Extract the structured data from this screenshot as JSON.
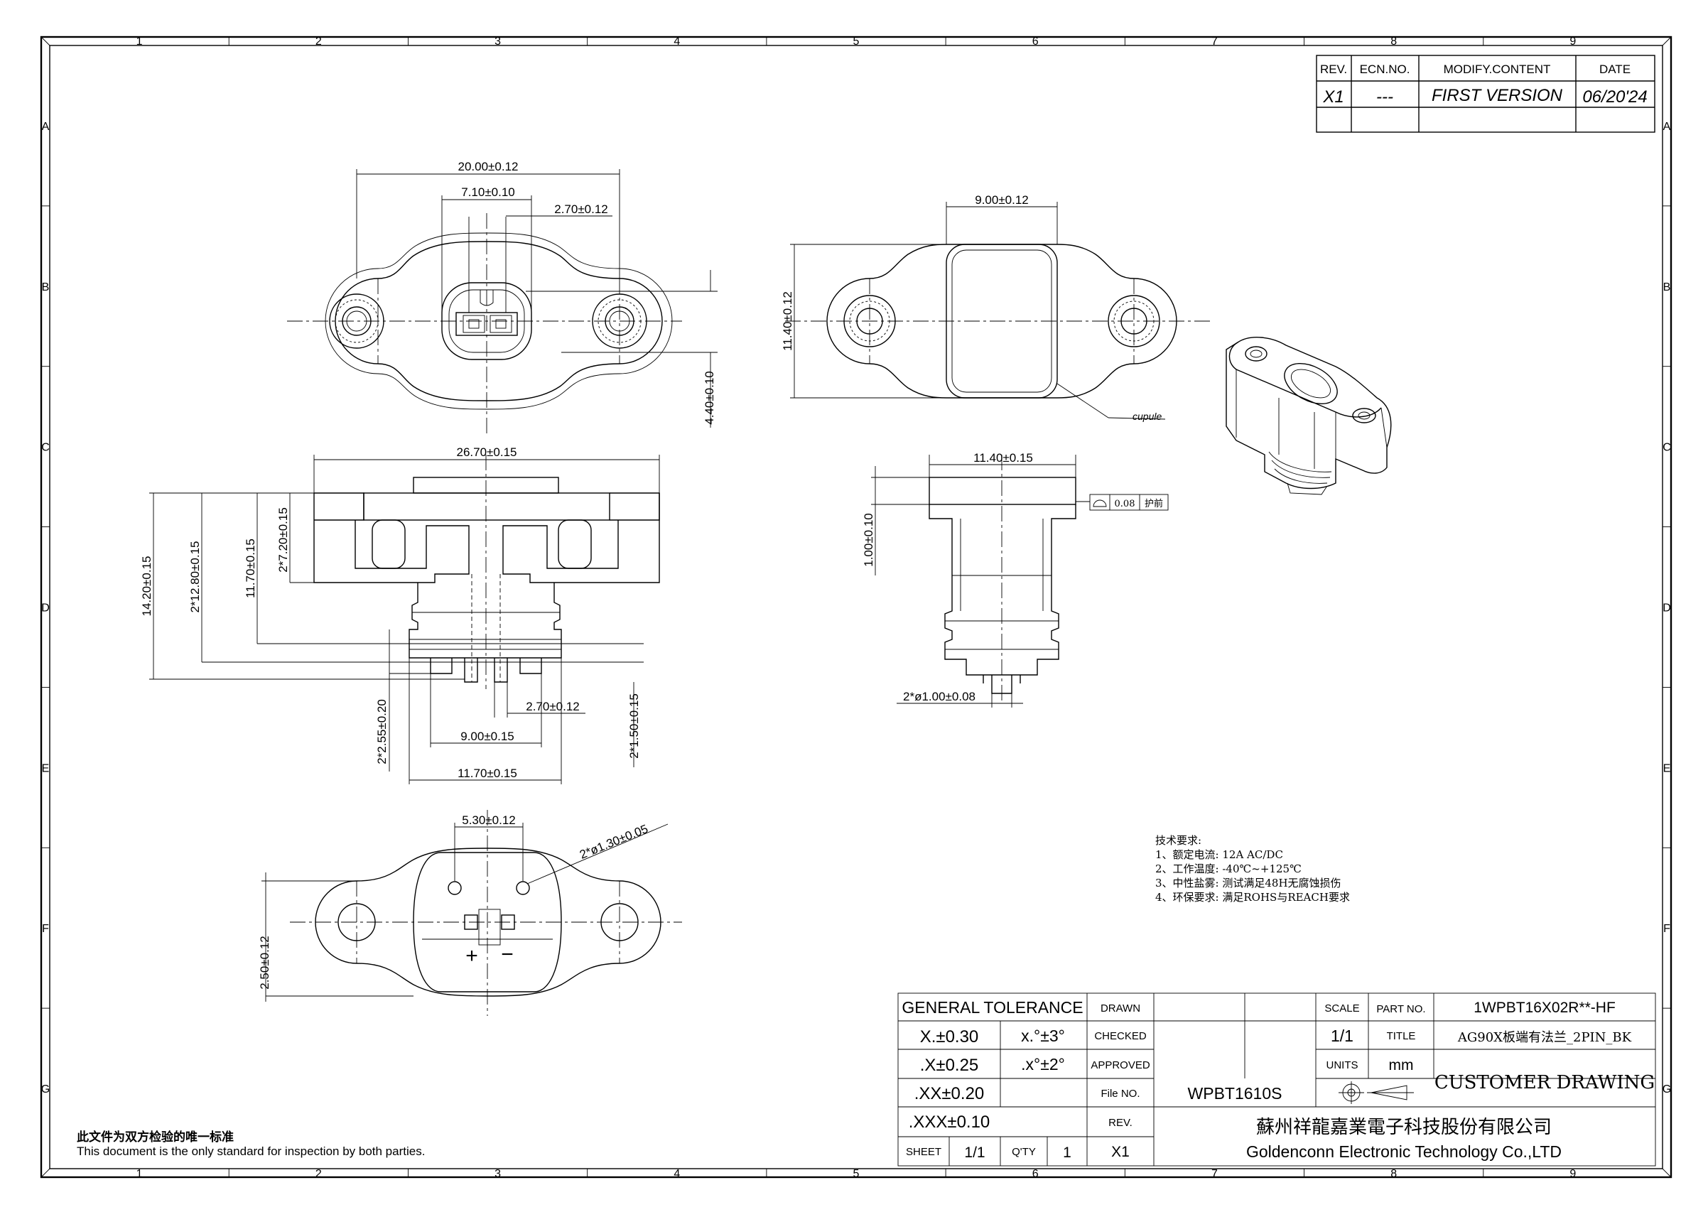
{
  "sheet": {
    "zone_numbers": [
      "1",
      "2",
      "3",
      "4",
      "5",
      "6",
      "7",
      "8",
      "9"
    ],
    "zone_letters": [
      "A",
      "B",
      "C",
      "D",
      "E",
      "F",
      "G"
    ]
  },
  "revision_table": {
    "headers": [
      "REV.",
      "ECN.NO.",
      "MODIFY.CONTENT",
      "DATE"
    ],
    "row": [
      "X1",
      "---",
      "FIRST VERSION",
      "06/20'24"
    ]
  },
  "top_view": {
    "dims": [
      "20.00±0.12",
      "7.10±0.10",
      "2.70±0.12",
      "4.40±0.10"
    ]
  },
  "cap_view": {
    "dims": [
      "9.00±0.12",
      "11.40±0.12"
    ],
    "callout": "cupule"
  },
  "front_section": {
    "dims": [
      "26.70±0.15",
      "14.20±0.15",
      "2*12.80±0.15",
      "11.70±0.15",
      "2*7.20±0.15",
      "2*2.55±0.20",
      "2.70±0.12",
      "9.00±0.15",
      "11.70±0.15",
      "2*1.50±0.15"
    ]
  },
  "side_section": {
    "dims": [
      "11.40±0.15",
      "1.00±0.10",
      "2*ø1.00±0.08"
    ],
    "gdt_tolerance": "0.08",
    "gdt_datum": "护前"
  },
  "bottom_view": {
    "dims": [
      "5.30±0.12",
      "2*ø1.30±0.05",
      "2.50±0.12"
    ],
    "plus": "+",
    "minus": "−"
  },
  "tech_notes": {
    "title": "技术要求:",
    "items": [
      "1、额定电流: 12A AC/DC",
      "2、工作温度: -40℃~+125℃",
      "3、中性盐雾: 测试满足48H无腐蚀损伤",
      "4、环保要求: 满足ROHS与REACH要求"
    ]
  },
  "note": {
    "cn": "此文件为双方检验的唯一标准",
    "en": "This document is the only standard for inspection by both parties."
  },
  "title_block": {
    "general_tolerance": "GENERAL TOLERANCE",
    "tol_x": "X.±0.30",
    "tol_x1": ".X±0.25",
    "tol_x2": ".XX±0.20",
    "tol_x3": ".XXX±0.10",
    "ang1": "x.°±3°",
    "ang2": ".x°±2°",
    "drawn": "DRAWN",
    "checked": "CHECKED",
    "approved": "APPROVED",
    "file_no_label": "File NO.",
    "file_no": "WPBT1610S",
    "rev_label": "REV.",
    "rev": "X1",
    "sheet_label": "SHEET",
    "sheet": "1/1",
    "qty_label": "Q'TY",
    "qty": "1",
    "scale_label": "SCALE",
    "scale": "1/1",
    "units_label": "UNITS",
    "units": "mm",
    "part_no_label": "PART NO.",
    "part_no": "1WPBT16X02R**-HF",
    "title_label": "TITLE",
    "title": "AG90X板端有法兰_2PIN_BK",
    "customer": "CUSTOMER DRAWING",
    "company_cn": "蘇州祥龍嘉業電子科技股份有限公司",
    "company_en": "Goldenconn Electronic Technology Co.,LTD"
  }
}
